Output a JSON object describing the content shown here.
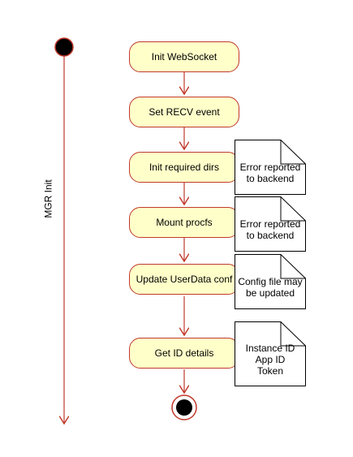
{
  "swimlane": {
    "label": "MGR Init"
  },
  "activities": [
    {
      "id": "init-websocket",
      "label": "Init WebSocket"
    },
    {
      "id": "set-recv-event",
      "label": "Set RECV event"
    },
    {
      "id": "init-required-dirs",
      "label": "Init required dirs"
    },
    {
      "id": "mount-procfs",
      "label": "Mount procfs"
    },
    {
      "id": "update-userdata-conf",
      "label": "Update UserData conf"
    },
    {
      "id": "get-id-details",
      "label": "Get ID details"
    }
  ],
  "notes": [
    {
      "text": "Error reported\nto backend"
    },
    {
      "text": "Error reported\nto backend"
    },
    {
      "text": "Config file may\nbe updated"
    },
    {
      "text": "Instance ID\nApp ID\nToken"
    }
  ],
  "colors": {
    "node_fill": "#ffffc9",
    "node_stroke": "#c0392b",
    "start_fill": "#000000",
    "note_fill": "#ffffff",
    "note_stroke": "#000000"
  }
}
